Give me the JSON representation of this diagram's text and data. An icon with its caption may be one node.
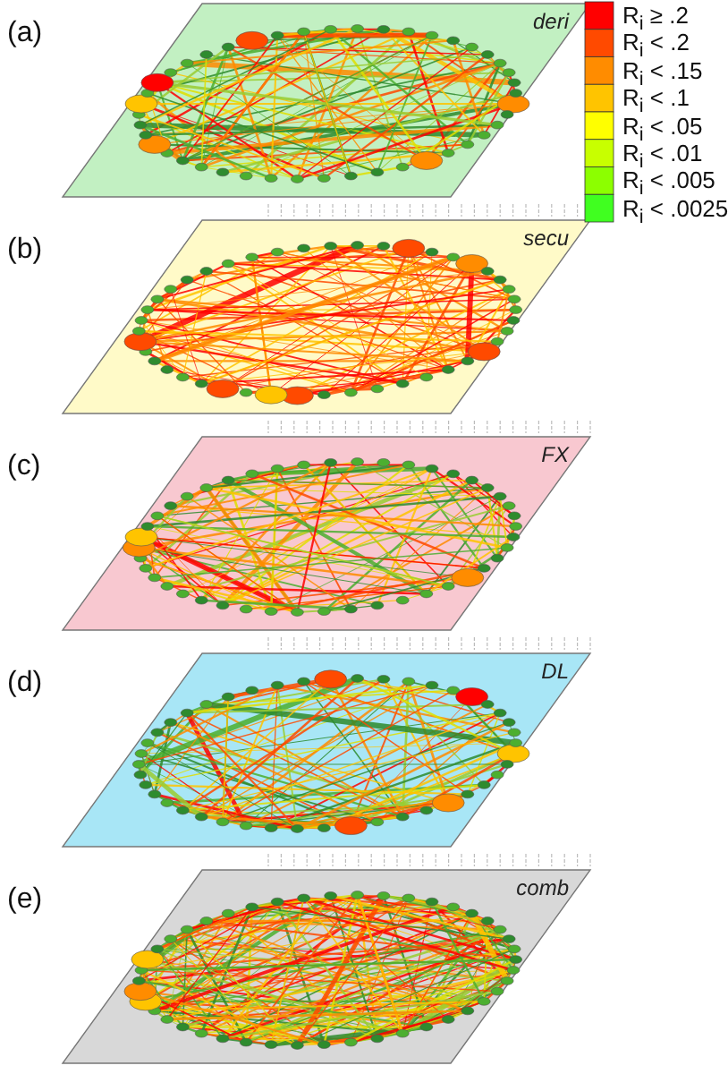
{
  "diagram": {
    "nodes": [
      {
        "text": [
          "deri"
        ],
        "beside": [
          "(a)"
        ]
      },
      {
        "text": [
          "secu"
        ],
        "beside": [
          "(b)"
        ]
      },
      {
        "text": [
          "FX"
        ],
        "beside": [
          "(c)"
        ]
      },
      {
        "text": [
          "DL"
        ],
        "beside": [
          "(d)"
        ]
      },
      {
        "text": [
          "comb"
        ],
        "beside": [
          "(e)"
        ]
      }
    ],
    "edges": [],
    "legend": [
      {
        "text": "R$_{i}$ ≥ .2",
        "color": "#ff0000"
      },
      {
        "text": "R$_{i}$ < .2",
        "color": "#ff4a00"
      },
      {
        "text": "R$_{i}$ < .15",
        "color": "#ff8c00"
      },
      {
        "text": "R$_{i}$ < .1",
        "color": "#ffc400"
      },
      {
        "text": "R$_{i}$ < .05",
        "color": "#ffff00"
      },
      {
        "text": "R$_{i}$ < .01",
        "color": "#c8ff00"
      },
      {
        "text": "R$_{i}$ < .005",
        "color": "#8cff00"
      },
      {
        "text": "R$_{i}$ < .0025",
        "color": "#40ff20"
      }
    ]
  }
}
